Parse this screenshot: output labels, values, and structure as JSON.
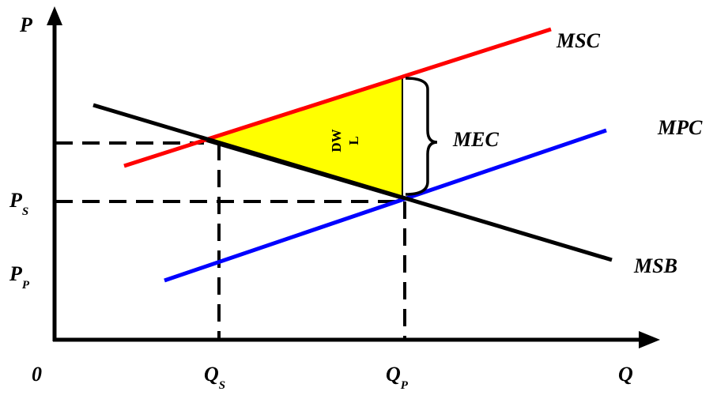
{
  "axes": {
    "y_label": "P",
    "x_label": "Q",
    "origin_label": "0"
  },
  "curves": {
    "msc": {
      "label": "MSC",
      "color": "#ff0000"
    },
    "mpc": {
      "label": "MPC",
      "color": "#0000ff"
    },
    "msb": {
      "label": "MSB",
      "color": "#000000"
    }
  },
  "annotations": {
    "mec": "MEC",
    "dwl_line1": "DW",
    "dwl_line2": "L",
    "dwl_fill": "#ffff00"
  },
  "price_labels": {
    "ps_main": "P",
    "ps_sub": "S",
    "pp_main": "P",
    "pp_sub": "P"
  },
  "quantity_labels": {
    "qs_main": "Q",
    "qs_sub": "S",
    "qp_main": "Q",
    "qp_sub": "P"
  }
}
